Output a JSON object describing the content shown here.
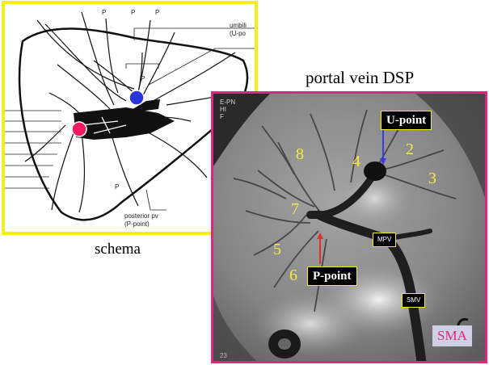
{
  "schema": {
    "caption": "schema",
    "labels": {
      "p_top_left": "P",
      "p_top_mid": "P",
      "p_top_right": "P",
      "p_center": "P",
      "p_bottom": "P",
      "umbilical_1": "umbili",
      "umbilical_2": "(U-po",
      "posterior_1": "posterior pv",
      "posterior_2": "(P-point)"
    },
    "colors": {
      "frame": "#f4ee1e",
      "blue_point": "#2a37d8",
      "red_point": "#ee1a5e"
    }
  },
  "angiogram": {
    "title": "portal vein  DSP",
    "segments": [
      "8",
      "4",
      "2",
      "3",
      "7",
      "5",
      "6"
    ],
    "u_point": "U-point",
    "p_point": "P-point",
    "mpv": "MPV",
    "smv": "SMV",
    "sma": "SMA",
    "corner_1": "E-PN",
    "corner_2": "HI",
    "corner_3": "F",
    "frame_number": "23",
    "colors": {
      "frame": "#e0267a",
      "labels": "#f7ec3a",
      "arrow_blue": "#3a3ae0",
      "arrow_red": "#e03030"
    }
  }
}
